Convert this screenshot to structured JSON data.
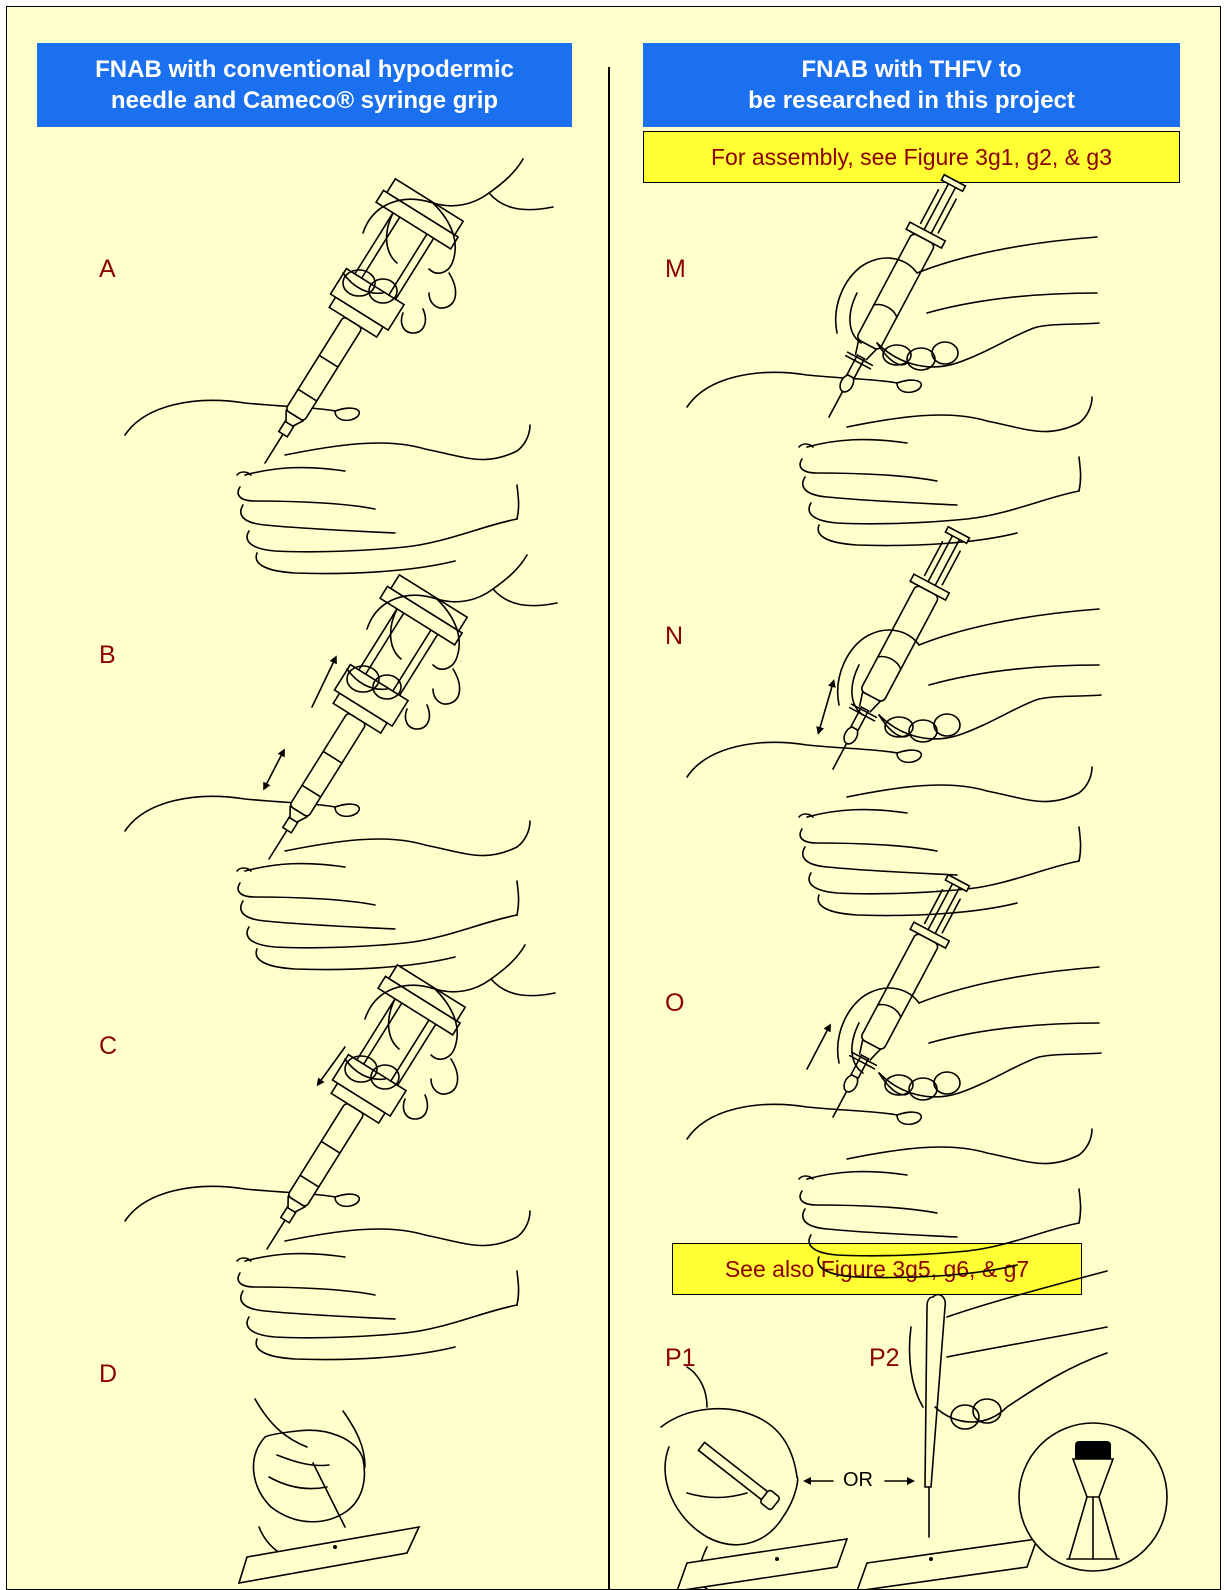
{
  "left_panel": {
    "title_line1": "FNAB with conventional hypodermic",
    "title_line2": "needle and Cameco® syringe grip",
    "steps": [
      "A",
      "B",
      "C",
      "D"
    ]
  },
  "right_panel": {
    "title_line1": "FNAB with THFV to",
    "title_line2": "be researched in this project",
    "assembly_note": "For assembly, see Figure 3g1, g2, & g3",
    "steps": [
      "M",
      "N",
      "O"
    ],
    "see_also_note": "See also Figure 3g5, g6, & g7",
    "final_labels": [
      "P1",
      "P2"
    ],
    "or_label": "OR"
  },
  "colors": {
    "background": "#ffffcc",
    "header_bg": "#1a70ee",
    "note_bg": "#ffff33",
    "label_color": "#8b0000"
  }
}
